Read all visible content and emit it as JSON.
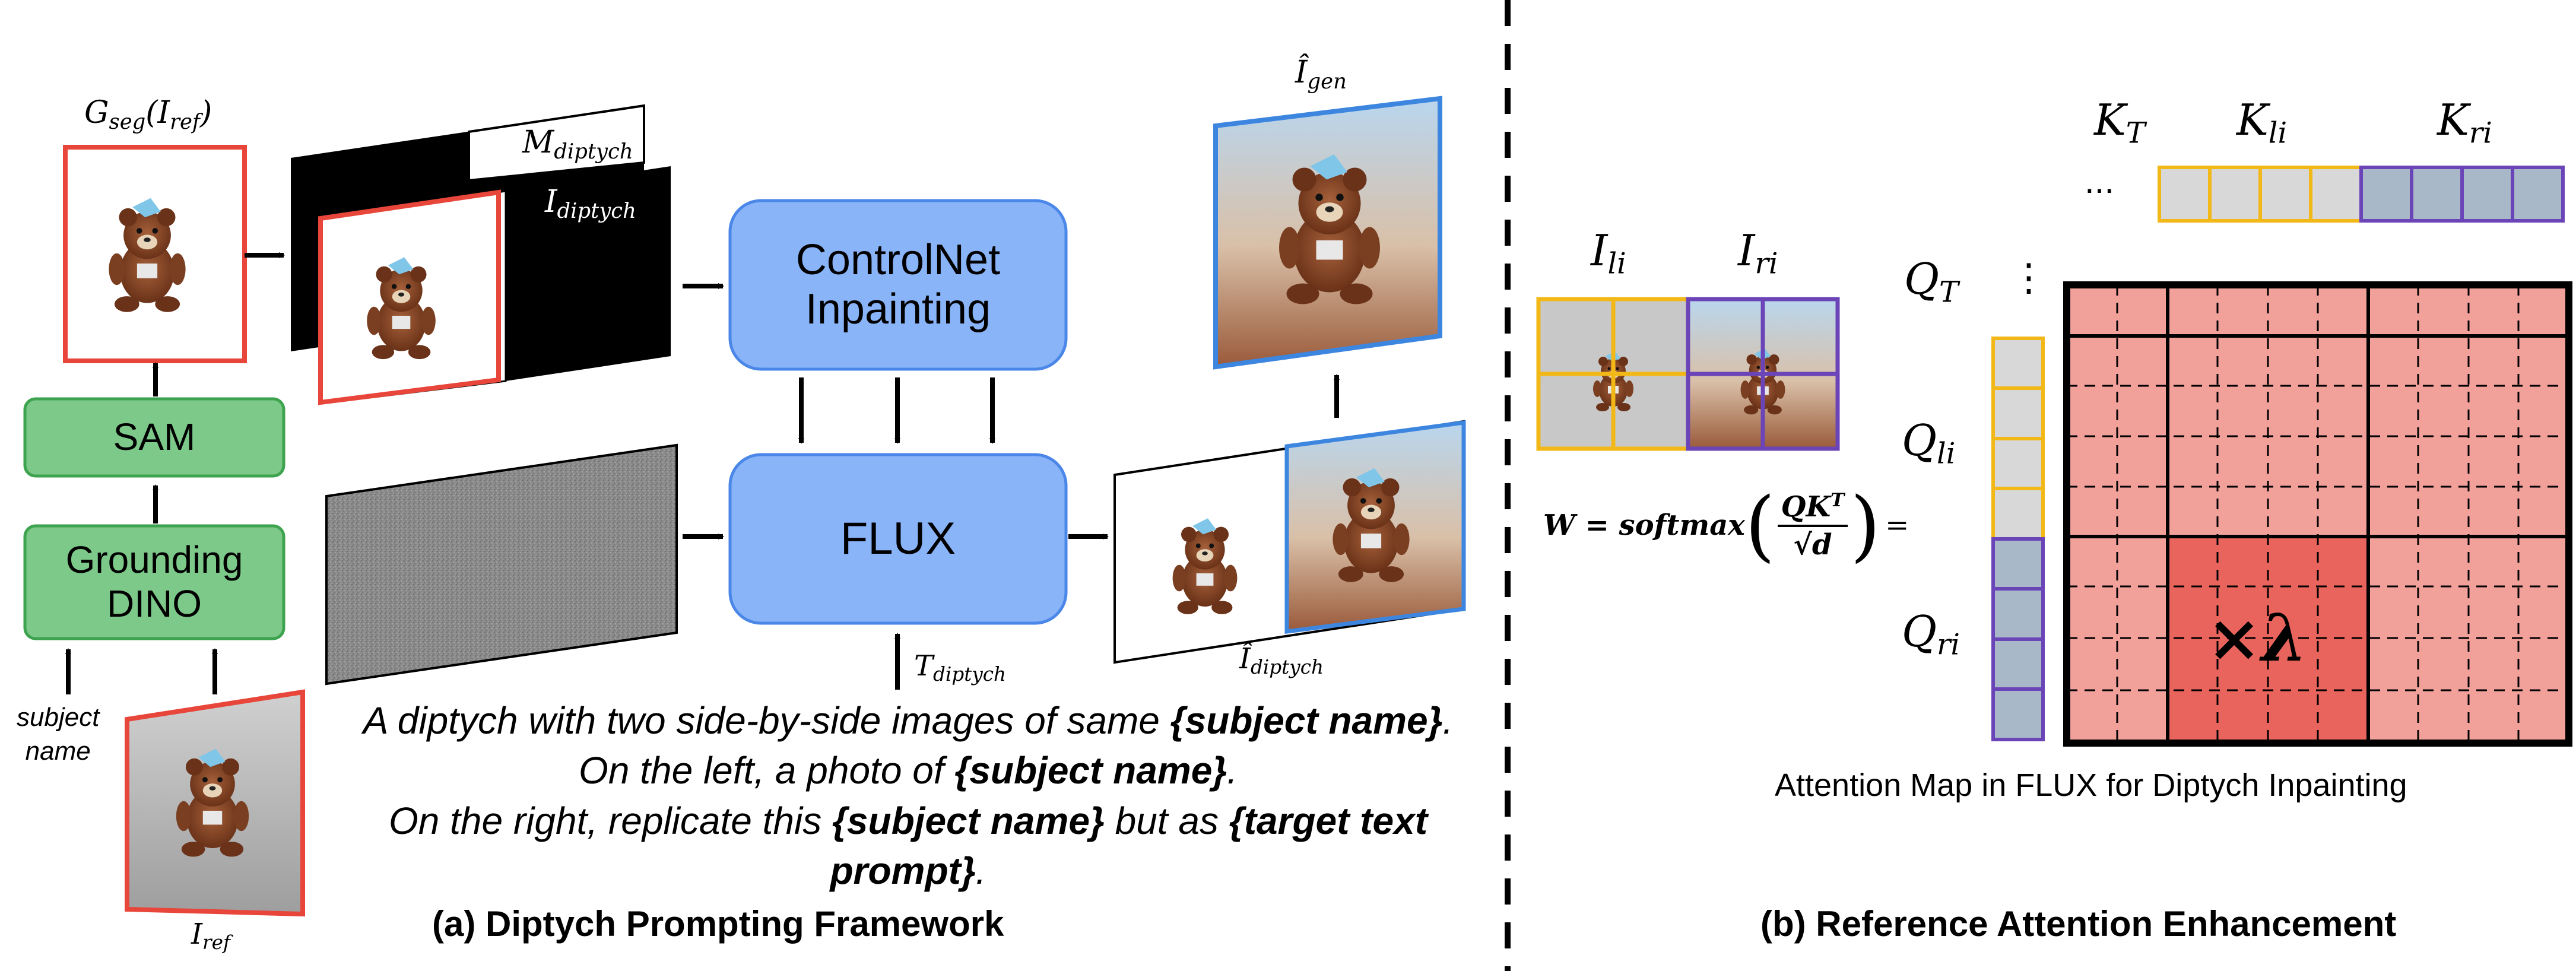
{
  "left_panel": {
    "labels": {
      "g_seg_ref": "G",
      "g_seg_ref_sub": "seg",
      "g_seg_ref_arg": "(I",
      "g_seg_ref_arg_sub": "ref",
      "g_seg_ref_close": ")",
      "m_diptych": "M",
      "m_diptych_sub": "diptych",
      "i_diptych": "I",
      "i_diptych_sub": "diptych",
      "i_gen": "Î",
      "i_gen_sub": "gen",
      "i_hat_diptych": "Î",
      "i_hat_diptych_sub": "diptych",
      "t_diptych": "T",
      "t_diptych_sub": "diptych",
      "i_ref": "I",
      "i_ref_sub": "ref",
      "subject_name_1": "subject",
      "subject_name_2": "name"
    },
    "boxes": {
      "sam": "SAM",
      "grounding_line1": "Grounding",
      "grounding_line2": "DINO",
      "controlnet_line1": "ControlNet",
      "controlnet_line2": "Inpainting",
      "flux": "FLUX"
    },
    "prompt": {
      "line1_a": "A diptych with two side-by-side images of same ",
      "line1_b": "{subject name}",
      "line1_c": ".",
      "line2_a": "On the left, a photo of ",
      "line2_b": "{subject name}",
      "line2_c": ".",
      "line3_a": "On the right, replicate this ",
      "line3_b": "{subject name}",
      "line3_c": " but as ",
      "line3_d": "{target text prompt}",
      "line3_e": "."
    },
    "caption": "(a) Diptych Prompting Framework"
  },
  "right_panel": {
    "labels": {
      "i_li": "I",
      "i_li_sub": "li",
      "i_ri": "I",
      "i_ri_sub": "ri",
      "k_t": "K",
      "k_t_sub": "T",
      "k_li": "K",
      "k_li_sub": "li",
      "k_ri": "K",
      "k_ri_sub": "ri",
      "q_t": "Q",
      "q_t_sub": "T",
      "q_li": "Q",
      "q_li_sub": "li",
      "q_ri": "Q",
      "q_ri_sub": "ri",
      "h_dots": "...",
      "v_dots": "⋮",
      "lambda": "×λ"
    },
    "formula": {
      "lhs": "W = softmax",
      "num": "QK",
      "num_sup": "T",
      "den": "√d",
      "eq": "="
    },
    "attention_caption": "Attention Map in FLUX for Diptych Inpainting",
    "caption": "(b) Reference Attention Enhancement"
  },
  "colors": {
    "box_green": "#7dc98a",
    "box_green_border": "#3da34e",
    "box_blue": "#8ab4f8",
    "box_blue_border": "#4a87e8",
    "ref_red": "#e8463a",
    "gen_blue": "#3d86e0",
    "attn_pink": "#f2a09a",
    "attn_highlight": "#e9645c",
    "key_yellow": "#f2b818",
    "key_purple": "#6b45b8"
  }
}
